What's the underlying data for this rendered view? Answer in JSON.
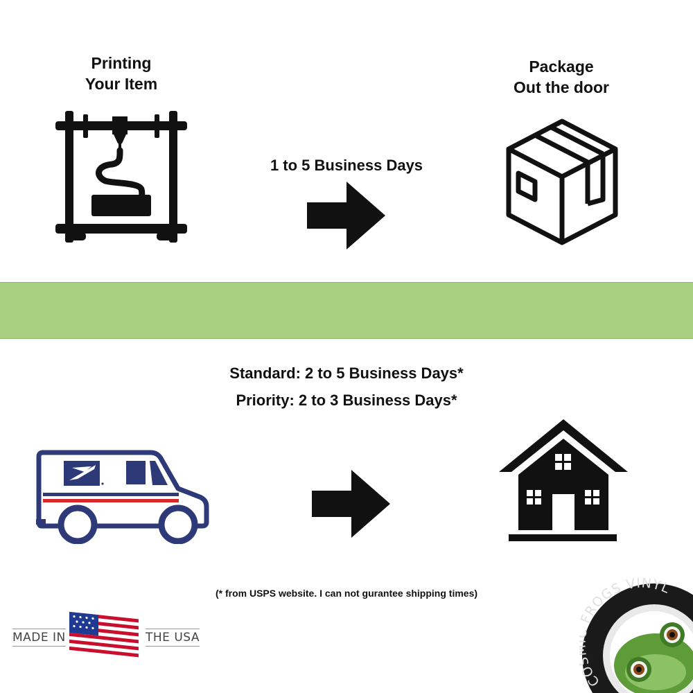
{
  "steps": {
    "printing_line1": "Printing",
    "printing_line2": "Your Item",
    "package_line1": "Package",
    "package_line2": "Out the door",
    "print_duration": "1 to 5 Business Days"
  },
  "shipping": {
    "standard": "Standard: 2 to 5 Business Days*",
    "priority": "Priority: 2 to 3 Business Days*",
    "disclaimer": "(* from USPS website. I can not gurantee shipping times)"
  },
  "badge": {
    "made_in": "MADE IN",
    "the_usa": "THE USA"
  },
  "brand": {
    "logo_text": "COSMIC FROGS VINYL"
  },
  "icons": {
    "printer": "3d-printer-icon",
    "arrow": "right-arrow-icon",
    "package": "box-icon",
    "truck": "mail-truck-icon",
    "house": "house-icon",
    "flag": "us-flag-icon",
    "logo": "frog-logo"
  },
  "colors": {
    "band": "#a8cf7f",
    "usps_blue": "#2e3a78",
    "usps_red": "#d62828"
  }
}
